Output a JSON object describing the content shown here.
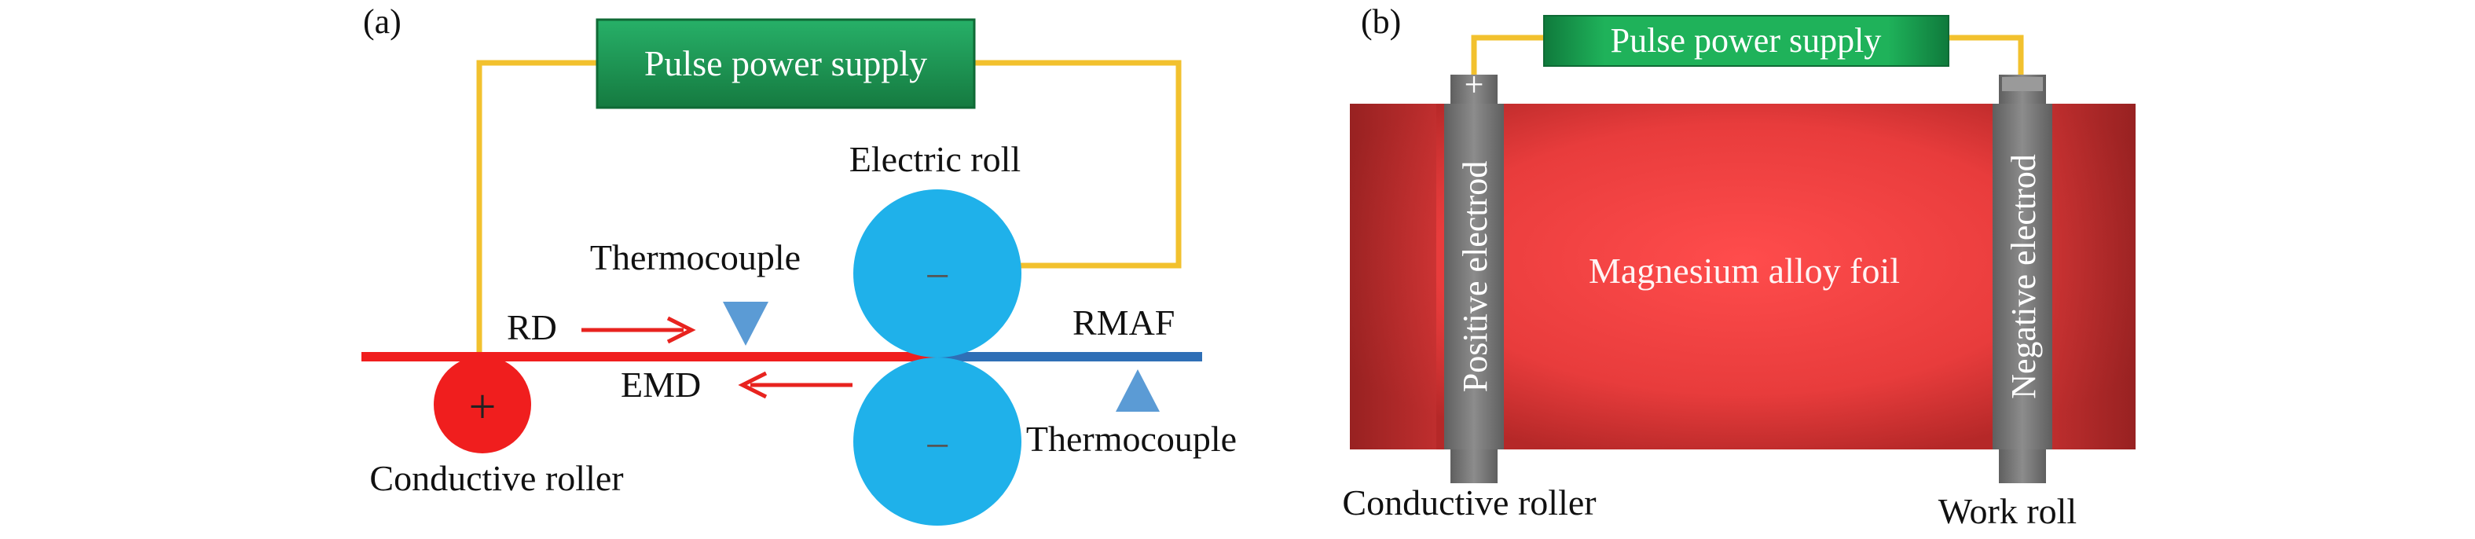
{
  "panel_a": {
    "label": "(a)",
    "power_supply": "Pulse power supply",
    "electric_roll": "Electric roll",
    "thermocouple_top": "Thermocouple",
    "thermocouple_bottom": "Thermocouple",
    "rd": "RD",
    "emd": "EMD",
    "rmaf": "RMAF",
    "conductive_roller": "Conductive roller",
    "plus_sign": "+",
    "minus_top": "−",
    "minus_bottom": "−"
  },
  "panel_b": {
    "label": "(b)",
    "power_supply": "Pulse power supply",
    "foil": "Magnesium alloy foil",
    "positive_electrode": "Positive electrod",
    "negative_electrode": "Negative electrod",
    "conductive_roller": "Conductive roller",
    "work_roll": "Work roll",
    "plus_sign": "+"
  },
  "colors": {
    "wire": "#f2c12e",
    "supply_green": "#1e9a55",
    "roll_blue": "#1fb1ea",
    "sheet_red": "#f01e1e",
    "sheet_blue": "#2f6fb6",
    "arrow_red": "#e8231f",
    "thermo_blue": "#5b9bd5",
    "foil_red": "#e03a3a",
    "electrode_gray": "#7d7d7d"
  }
}
